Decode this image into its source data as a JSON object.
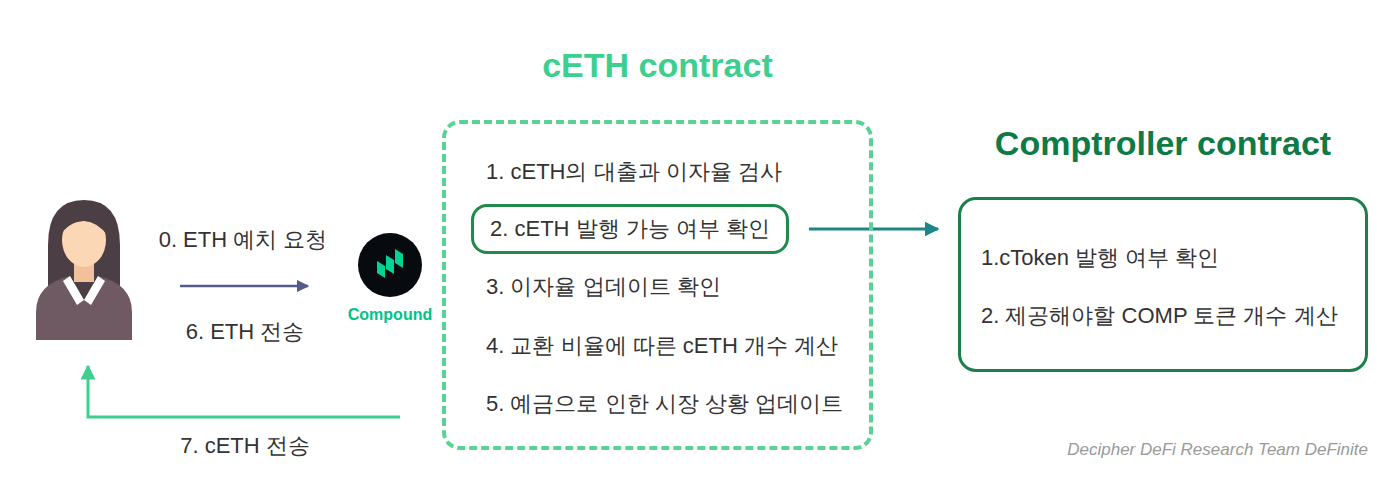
{
  "diagram": {
    "nodes": [
      {
        "text": [
          "cETH contract",
          "1. cETH의 대출과 이자율 검사",
          "3. 이자율 업데이트 확인",
          "4. 교환 비율에 따른 cETH 개수 계산",
          "5. 예금으로 인한 시장 상황 업데이트"
        ]
      },
      {
        "text": [
          "2. cETH 발행 가능 여부 확인"
        ],
        "in": 0
      },
      {
        "text": [
          "Comptroller contract",
          "1.cToken 발행 여부 확인",
          "2. 제공해야할 COMP 토큰 개수 계산"
        ]
      }
    ],
    "edges": [
      {
        "from": 1,
        "to": 2,
        "arrow": "to"
      }
    ],
    "labels": [
      "0. ETH 예치 요청",
      "6. ETH 전송",
      "Compound",
      "7. cETH 전송",
      "Decipher DeFi Research Team DeFinite"
    ]
  }
}
